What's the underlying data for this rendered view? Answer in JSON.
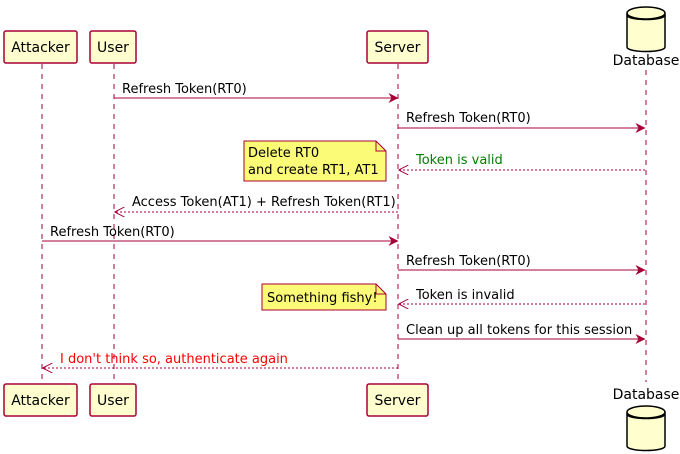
{
  "participants": {
    "attacker": "Attacker",
    "user": "User",
    "server": "Server",
    "database": "Database"
  },
  "messages": [
    {
      "text": "Refresh Token(RT0)",
      "color": "#000000"
    },
    {
      "text": "Refresh Token(RT0)",
      "color": "#000000"
    },
    {
      "text": "Token is valid",
      "color": "#008000"
    },
    {
      "text": "Access Token(AT1) + Refresh Token(RT1)",
      "color": "#000000"
    },
    {
      "text": "Refresh Token(RT0)",
      "color": "#000000"
    },
    {
      "text": "Refresh Token(RT0)",
      "color": "#000000"
    },
    {
      "text": "Token is invalid",
      "color": "#000000"
    },
    {
      "text": "Clean up all tokens for this session",
      "color": "#000000"
    },
    {
      "text": "I don't think so, authenticate again",
      "color": "#FF0000"
    }
  ],
  "notes": [
    {
      "lines": [
        "Delete RT0",
        "and create RT1, AT1"
      ]
    },
    {
      "lines": [
        "Something fishy!"
      ]
    }
  ],
  "colors": {
    "arrow": "#A80036",
    "participant_fill": "#FEFECE",
    "note_fill": "#FBFB77"
  }
}
